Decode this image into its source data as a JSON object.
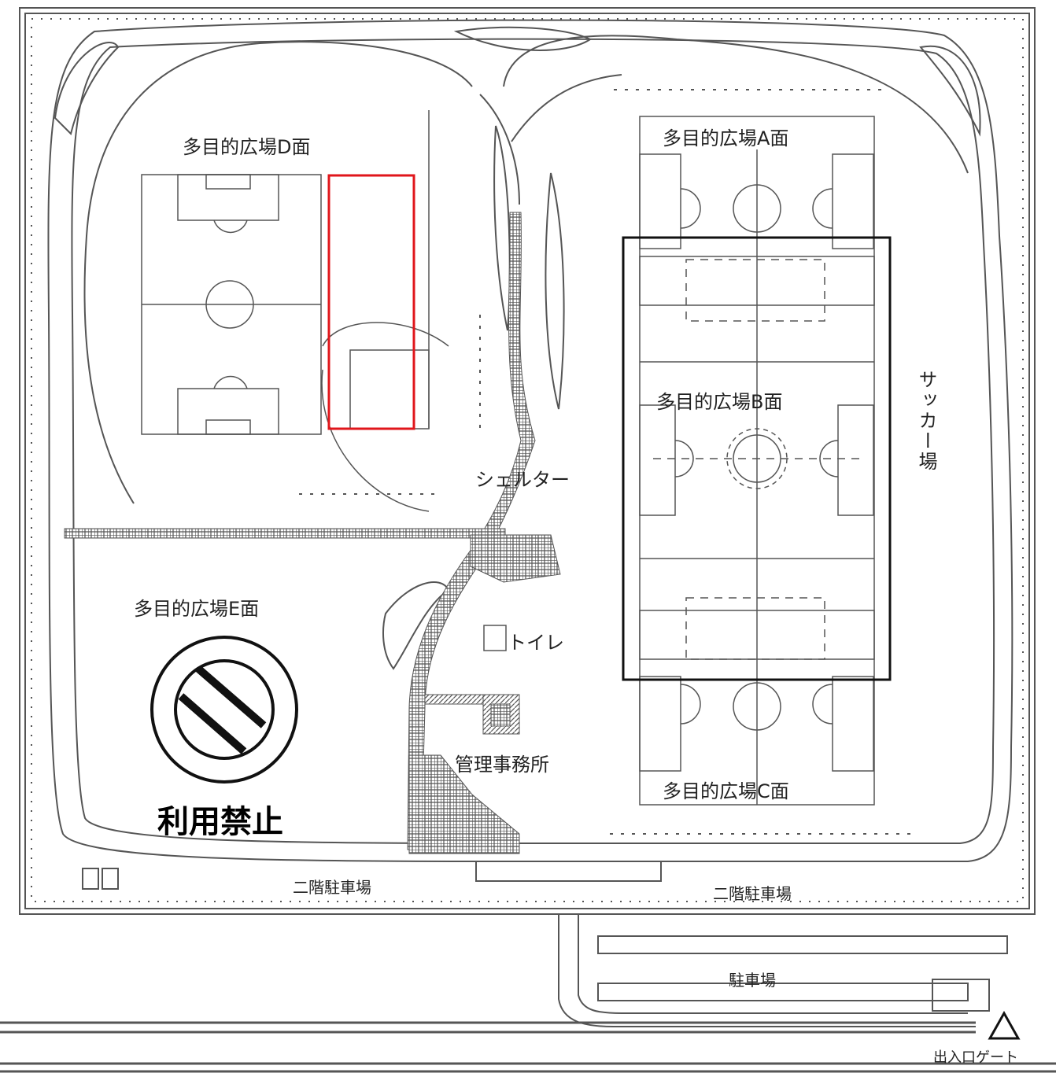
{
  "labels": {
    "field_d": "多目的広場D面",
    "field_a": "多目的広場A面",
    "field_b": "多目的広場B面",
    "field_c": "多目的広場C面",
    "field_e": "多目的広場E面",
    "soccer": "サッカー場",
    "shelter": "シェルター",
    "toilet": "トイレ",
    "office": "管理事務所",
    "parking2_left": "二階駐車場",
    "parking2_right": "二階駐車場",
    "parking": "駐車場",
    "gate": "出入口ゲート",
    "prohibited": "利用禁止"
  },
  "colors": {
    "highlight_red": "#e0161b",
    "highlight_black": "#111111",
    "line": "#444444",
    "hatch": "#555555"
  },
  "icons": {
    "prohibited": "no-entry-icon",
    "gate": "triangle-gate-icon"
  }
}
